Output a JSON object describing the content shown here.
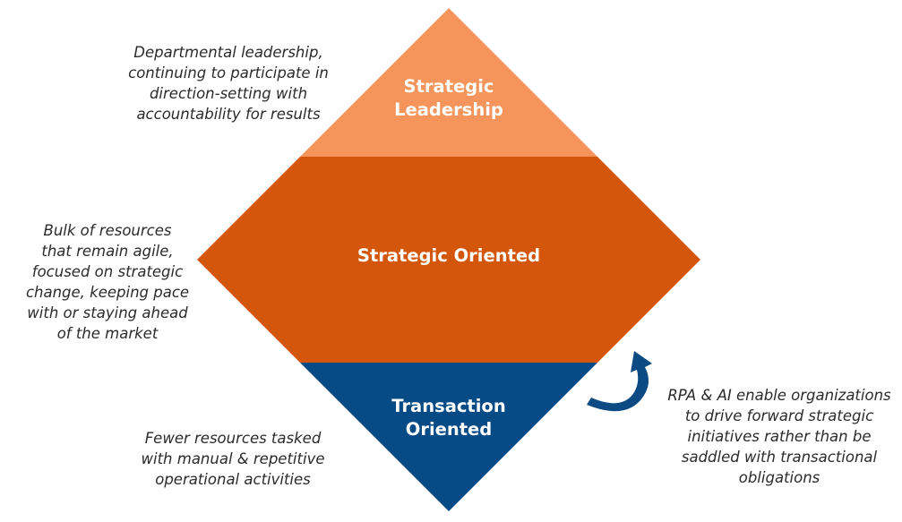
{
  "segments": {
    "top": {
      "label_line1": "Strategic",
      "label_line2": "Leadership",
      "color": "#f5955b"
    },
    "middle": {
      "label": "Strategic Oriented",
      "color": "#d4560b"
    },
    "bottom": {
      "label_line1": "Transaction",
      "label_line2": "Oriented",
      "color": "#064a86"
    }
  },
  "arrow": {
    "color": "#0b4a82",
    "icon": "curved-arrow-icon"
  },
  "notes": {
    "top_left": "Departmental leadership,\ncontinuing to participate in\ndirection-setting with\naccountability for results",
    "middle_left": "Bulk of resources\nthat remain agile,\nfocused on strategic\nchange, keeping pace\nwith or staying ahead\nof the market",
    "bottom_left": "Fewer resources tasked\nwith manual & repetitive\noperational activities",
    "bottom_right": "RPA & AI enable organizations\nto drive forward strategic\ninitiatives rather than be\nsaddled with transactional\nobligations"
  }
}
